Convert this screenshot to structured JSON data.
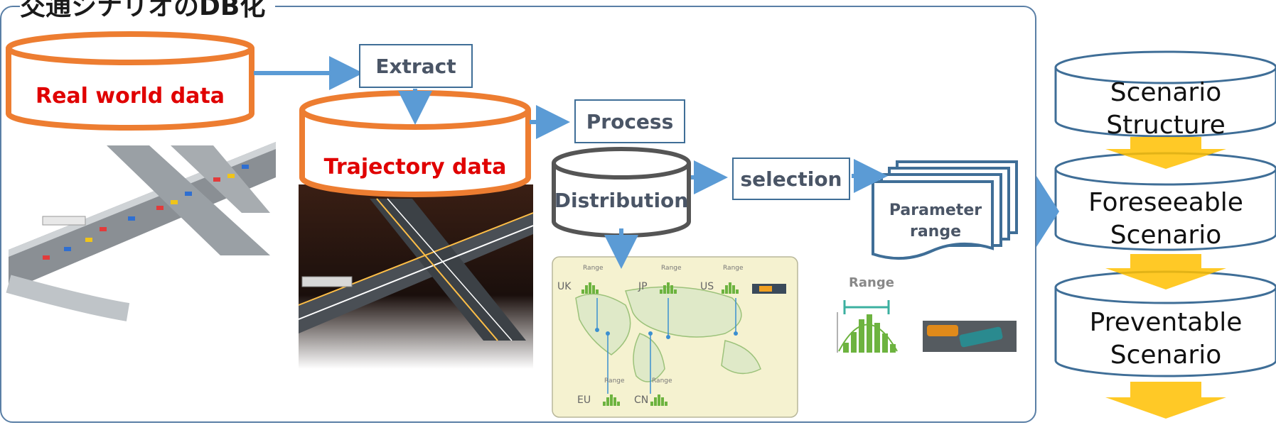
{
  "title": "交通シナリオのDB化",
  "cylinders": {
    "real_world": "Real world data",
    "trajectory": "Trajectory data",
    "distribution": "Distribution"
  },
  "boxes": {
    "extract": "Extract",
    "process": "Process",
    "selection": "selection"
  },
  "parameter_doc": {
    "line1": "Parameter",
    "line2": "range"
  },
  "map": {
    "regions": [
      "UK",
      "JP",
      "US",
      "EU",
      "CN"
    ],
    "range_label": "Range"
  },
  "range_chart": {
    "label": "Range"
  },
  "scenarios": {
    "structure": {
      "line1": "Scenario",
      "line2": "Structure"
    },
    "foreseeable": {
      "line1": "Foreseeable",
      "line2": "Scenario"
    },
    "preventable": {
      "line1": "Preventable",
      "line2": "Scenario"
    }
  },
  "colors": {
    "orange": "#ed7d31",
    "blue_border": "#3f6e97",
    "arrow_blue": "#5b9bd5",
    "arrow_yellow": "#ffc000",
    "red_text": "#e00000",
    "green": "#6db33f"
  }
}
